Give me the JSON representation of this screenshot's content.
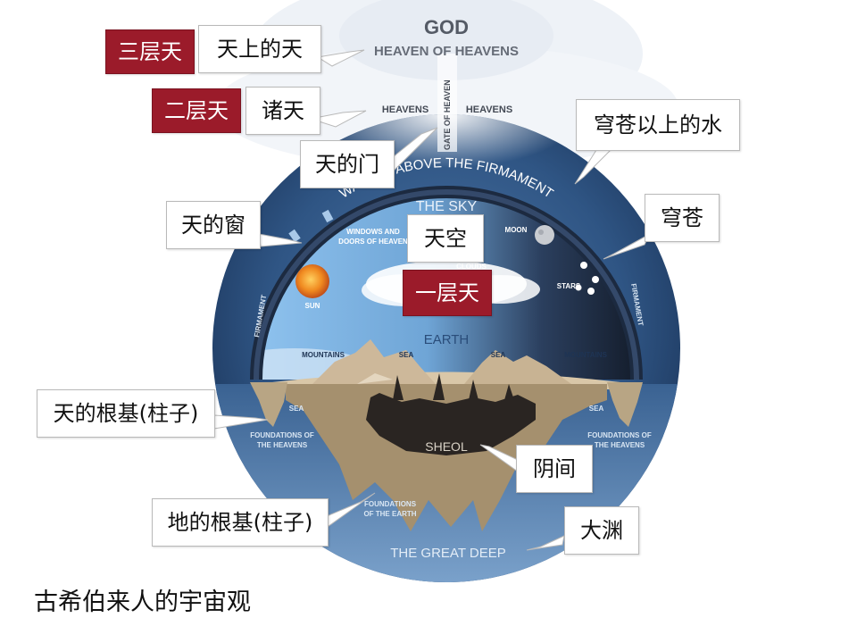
{
  "diagram": {
    "god": "GOD",
    "heaven_of_heavens": "HEAVEN OF HEAVENS",
    "heavens_left": "HEAVENS",
    "heavens_right": "HEAVENS",
    "gate_of_heaven": "GATE OF HEAVEN",
    "waters_above": "WATERS ABOVE THE FIRMAMENT",
    "the_sky": "THE SKY",
    "windows_line1": "WINDOWS AND",
    "windows_line2": "DOORS OF HEAVEN",
    "moon": "MOON",
    "clouds": "CLOUDS",
    "stars": "STARS",
    "sun": "SUN",
    "firmament_left": "FIRMAMENT",
    "firmament_right": "FIRMAMENT",
    "earth": "EARTH",
    "mountains_left": "MOUNTAINS",
    "sea_mid_left": "SEA",
    "sea_mid_right": "SEA",
    "mountains_right": "MOUNTAINS",
    "sea_left": "SEA",
    "sea_right": "SEA",
    "foundations_heavens_left_1": "FOUNDATIONS OF",
    "foundations_heavens_left_2": "THE HEAVENS",
    "foundations_heavens_right_1": "FOUNDATIONS OF",
    "foundations_heavens_right_2": "THE HEAVENS",
    "sheol": "SHEOL",
    "foundations_earth_1": "FOUNDATIONS",
    "foundations_earth_2": "OF THE EARTH",
    "great_deep": "THE GREAT DEEP"
  },
  "callouts": {
    "third_heaven": "三层天",
    "heaven_above": "天上的天",
    "second_heaven": "二层天",
    "all_heavens": "诸天",
    "gate": "天的门",
    "waters_above_firmament": "穹苍以上的水",
    "window": "天的窗",
    "sky": "天空",
    "firmament": "穹苍",
    "first_heaven": "一层天",
    "pillars_heaven": "天的根基(柱子)",
    "sheol": "阴间",
    "pillars_earth": "地的根基(柱子)",
    "abyss": "大渊"
  },
  "caption": "古希伯来人的宇宙观",
  "colors": {
    "accent_red": "#9b1b2a",
    "deep_blue": "#2c4d79",
    "sky_blue": "#7fb0dd"
  }
}
